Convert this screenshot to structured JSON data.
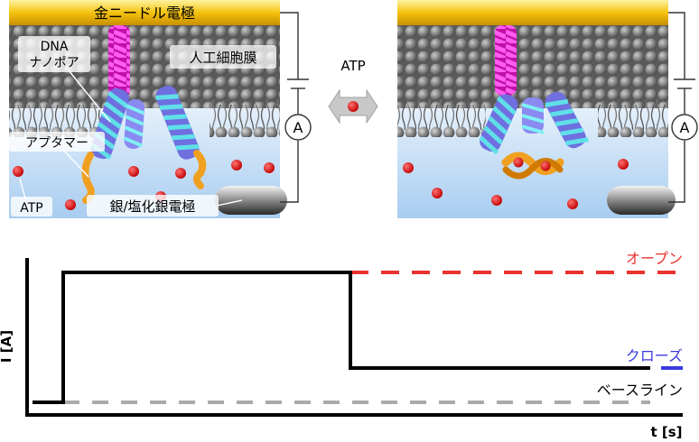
{
  "top_left": {
    "electrode_gold": "金ニードル電極",
    "dna_nanopore": [
      "DNA",
      "ナノポア"
    ],
    "artificial_membrane": "人工細胞膜",
    "aptamer": "アプタマー",
    "atp": "ATP",
    "electrode_silver": "銀/塩化銀電極",
    "ammeter": "A"
  },
  "middle": {
    "atp": "ATP"
  },
  "top_right": {
    "ammeter": "A"
  },
  "graph": {
    "ylabel": "I [A]",
    "xlabel": "t [s]",
    "legend_open": "オープン",
    "legend_closed": "クローズ",
    "legend_baseline": "ベースライン"
  },
  "colors": {
    "open": "#e8332f",
    "closed": "#3a3ae0",
    "baseline": "#aaaaaa",
    "gold": "#f5c20f",
    "pore_purple": "#6f6fe0",
    "pore_cyan": "#5fe0e8",
    "helix_magenta": "#e020c8",
    "aptamer_orange": "#f0a020",
    "atp_red": "#e80010",
    "solution": "#bcd8f4"
  }
}
